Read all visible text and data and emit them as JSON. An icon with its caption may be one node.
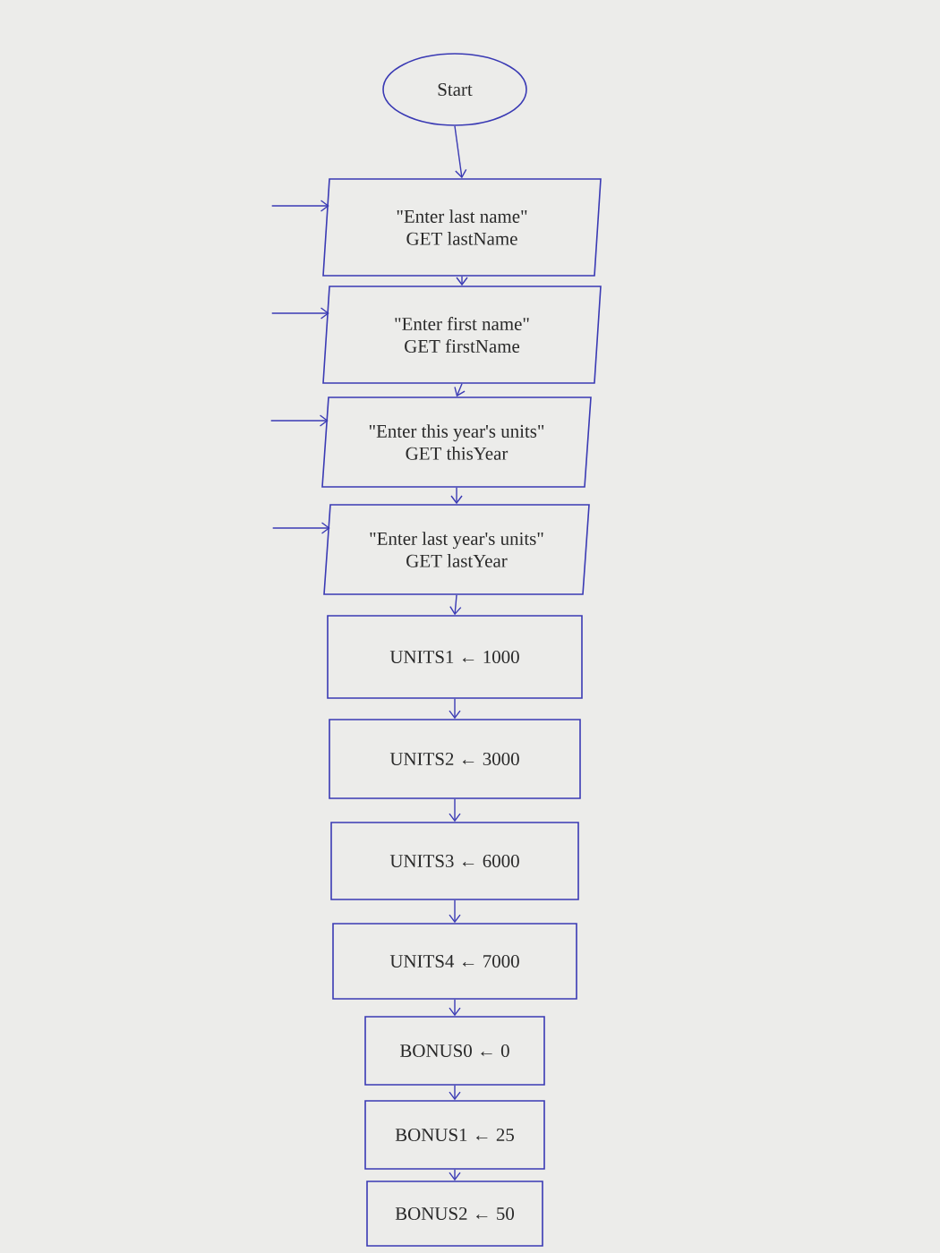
{
  "diagram": {
    "nodes": [
      {
        "text": [
          "Start"
        ]
      },
      {
        "text": [
          "\"Enter last name\"",
          "GET lastName"
        ]
      },
      {
        "text": [
          "\"Enter first name\"",
          "GET firstName"
        ]
      },
      {
        "text": [
          "\"Enter this year's units\"",
          "GET thisYear"
        ]
      },
      {
        "text": [
          "\"Enter last year's units\"",
          "GET lastYear"
        ]
      },
      {
        "text": [
          "UNITS1 ← 1000"
        ]
      },
      {
        "text": [
          "UNITS2 ← 3000"
        ]
      },
      {
        "text": [
          "UNITS3 ← 6000"
        ]
      },
      {
        "text": [
          "UNITS4 ← 7000"
        ]
      },
      {
        "text": [
          "BONUS0 ← 0"
        ]
      },
      {
        "text": [
          "BONUS1 ← 25"
        ]
      },
      {
        "text": [
          "BONUS2 ← 50"
        ]
      }
    ],
    "edges": [
      {
        "from": 0,
        "to": 1,
        "arrow": "to"
      },
      {
        "from": 1,
        "to": 2,
        "arrow": "to"
      },
      {
        "from": 2,
        "to": 3,
        "arrow": "to"
      },
      {
        "from": 3,
        "to": 4,
        "arrow": "to"
      },
      {
        "from": 4,
        "to": 5,
        "arrow": "to"
      },
      {
        "from": 5,
        "to": 6,
        "arrow": "to"
      },
      {
        "from": 6,
        "to": 7,
        "arrow": "to"
      },
      {
        "from": 7,
        "to": 8,
        "arrow": "to"
      },
      {
        "from": 8,
        "to": 9,
        "arrow": "to"
      },
      {
        "from": 9,
        "to": 10,
        "arrow": "to"
      },
      {
        "from": 10,
        "to": 11,
        "arrow": "to"
      },
      {
        "from": null,
        "to": 1,
        "arrow": "to"
      },
      {
        "from": null,
        "to": 2,
        "arrow": "to"
      },
      {
        "from": null,
        "to": 3,
        "arrow": "to"
      },
      {
        "from": null,
        "to": 4,
        "arrow": "to"
      }
    ]
  }
}
